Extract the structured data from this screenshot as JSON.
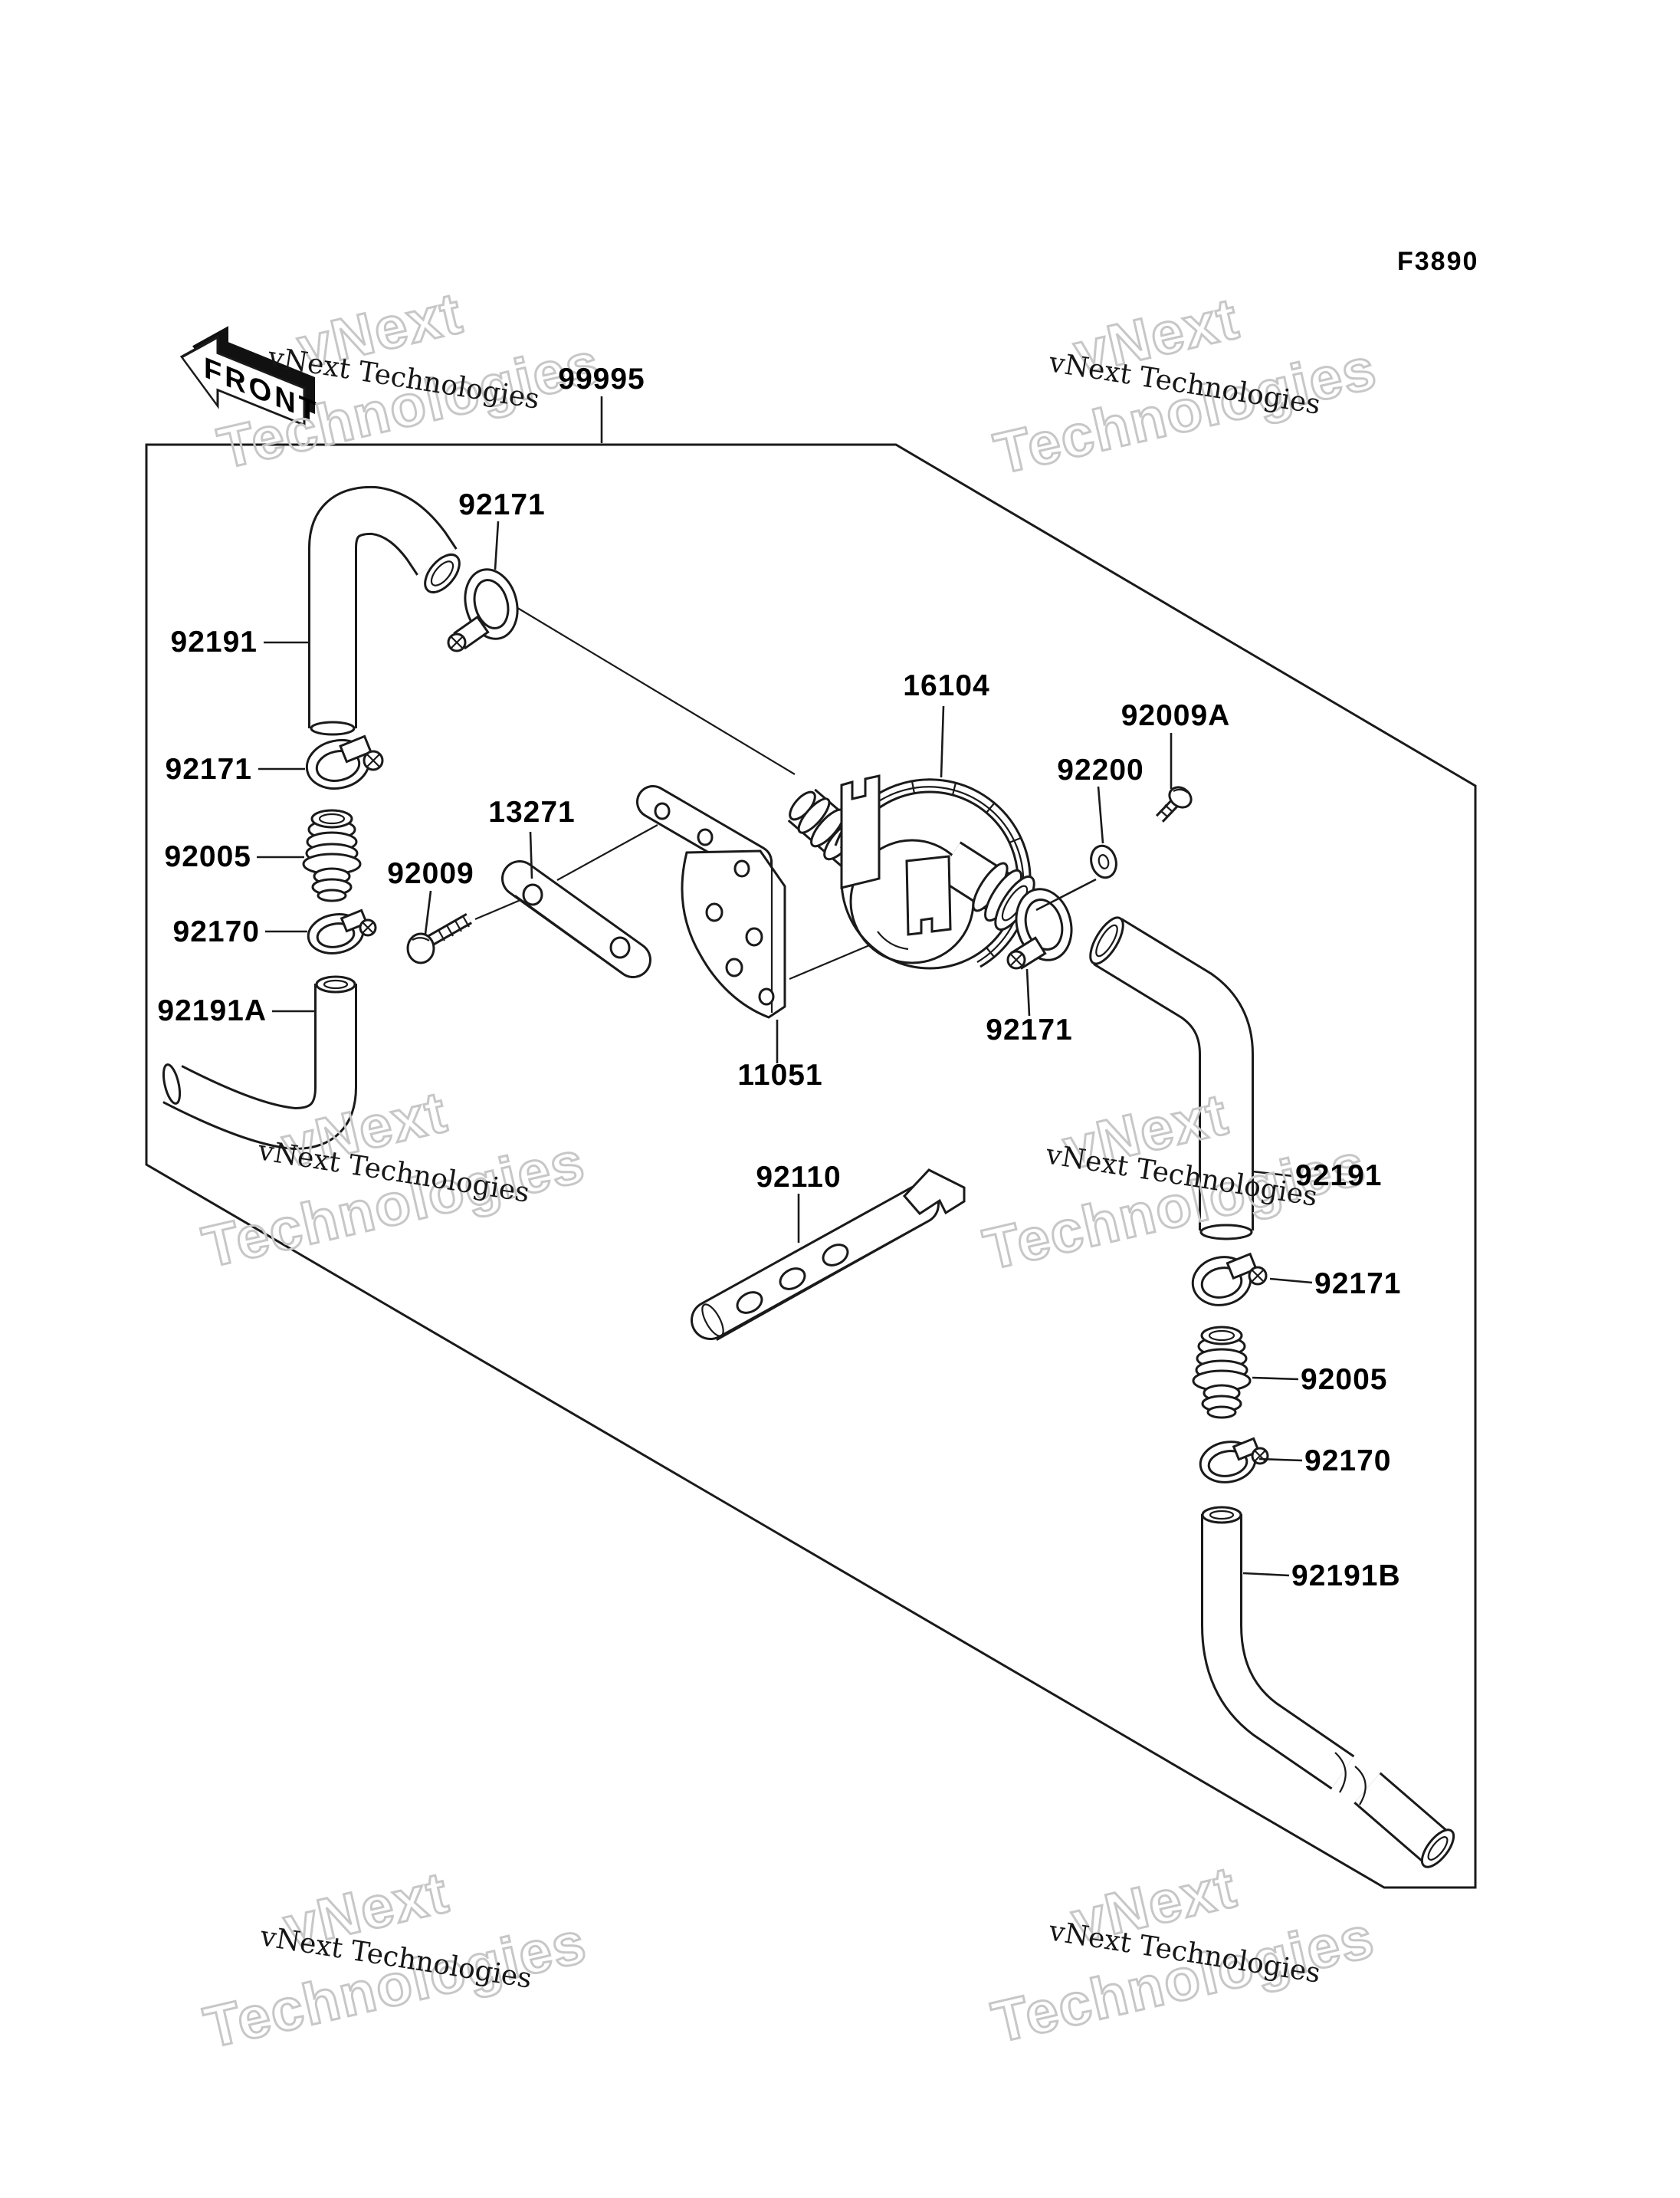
{
  "figure": {
    "code": "F3890",
    "front_label": "FRONT"
  },
  "watermark": {
    "line1": "vNext",
    "line2": "Technologies",
    "text": "vNext Technologies"
  },
  "labels": {
    "pn_99995": "99995",
    "pn_92171_top": "92171",
    "pn_92191_left": "92191",
    "pn_92171_left": "92171",
    "pn_92005_left": "92005",
    "pn_92170_left": "92170",
    "pn_92191a": "92191A",
    "pn_92009": "92009",
    "pn_13271": "13271",
    "pn_11051": "11051",
    "pn_16104": "16104",
    "pn_92200": "92200",
    "pn_92009a": "92009A",
    "pn_92171_mid": "92171",
    "pn_92110": "92110",
    "pn_92191_right": "92191",
    "pn_92171_right": "92171",
    "pn_92005_right": "92005",
    "pn_92170_right": "92170",
    "pn_92191b": "92191B"
  }
}
